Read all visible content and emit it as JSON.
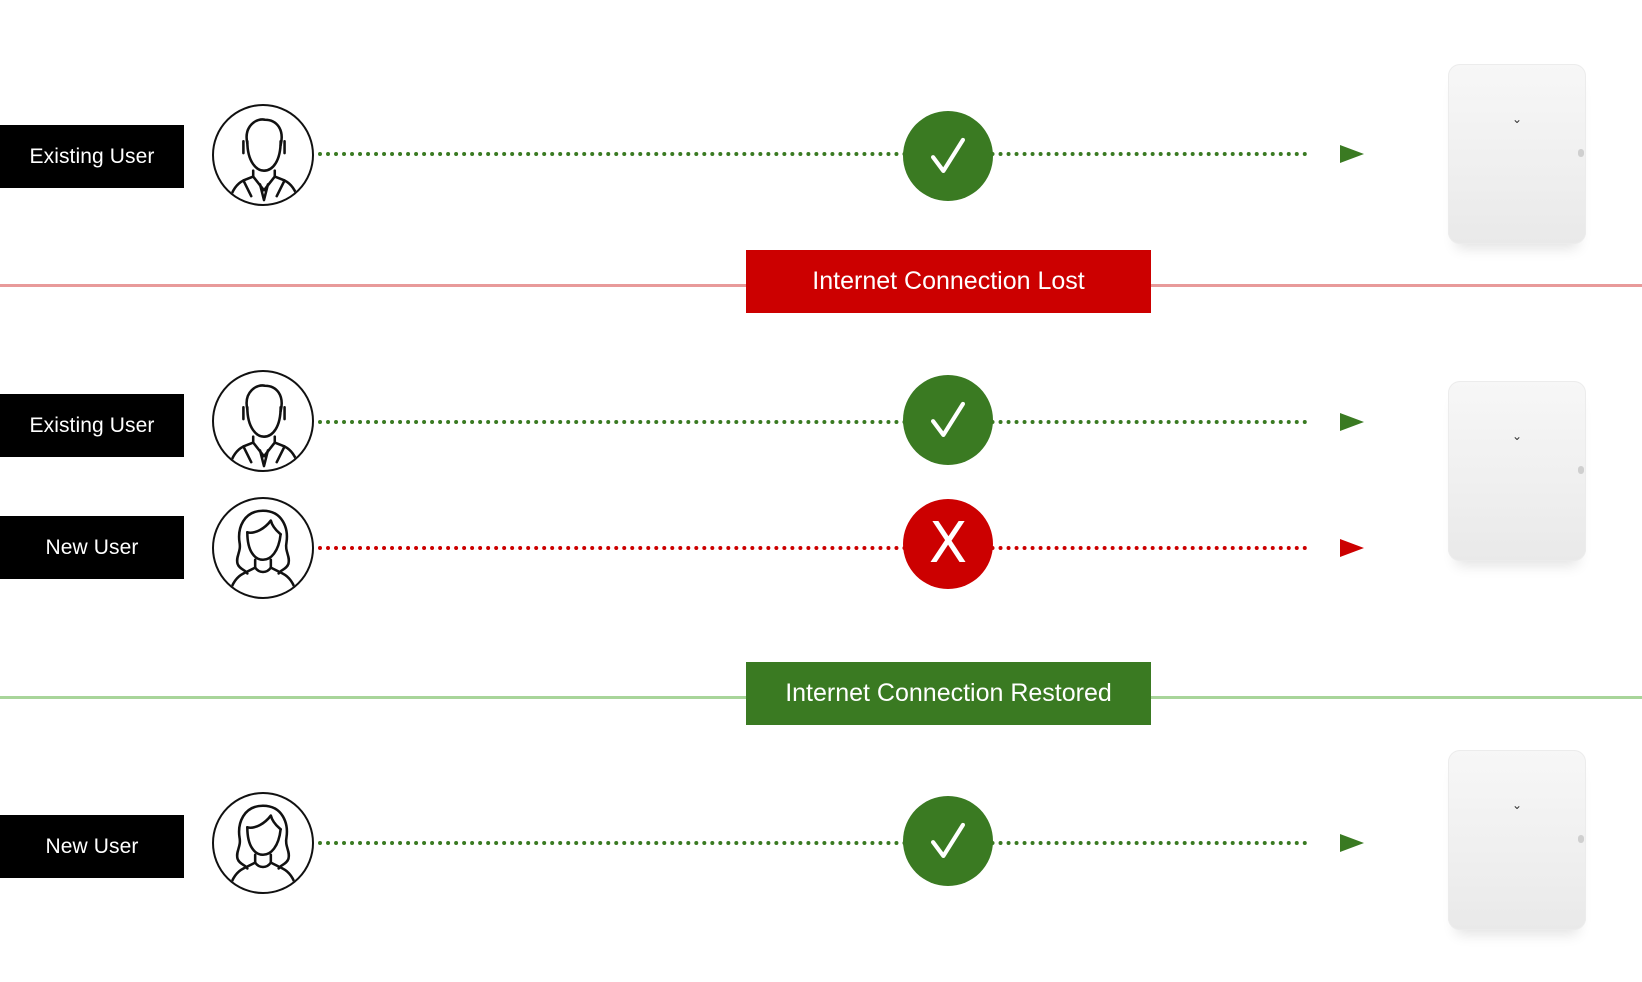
{
  "colors": {
    "ok": "#3a7a22",
    "fail": "#cc0000",
    "lost_line": "#e89a9a",
    "restored_line": "#a8d59a",
    "label_bg": "#000000"
  },
  "banners": {
    "lost": "Internet Connection Lost",
    "restored": "Internet Connection Restored"
  },
  "rows": [
    {
      "label": "Existing User",
      "avatar": "male-user-icon",
      "status": "success"
    },
    {
      "label": "Existing User",
      "avatar": "male-user-icon",
      "status": "success"
    },
    {
      "label": "New User",
      "avatar": "female-user-icon",
      "status": "failure",
      "status_text": "X"
    },
    {
      "label": "New User",
      "avatar": "female-user-icon",
      "status": "success"
    }
  ]
}
